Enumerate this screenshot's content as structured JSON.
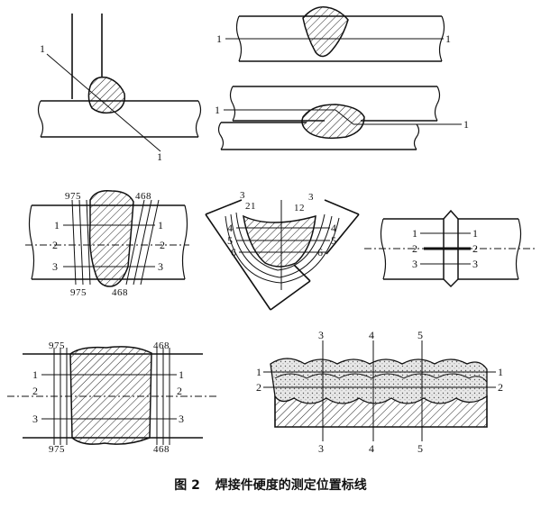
{
  "figure": {
    "caption_number": "图 2",
    "caption_text": "焊接件硬度的测定位置标线"
  },
  "panel_tjoint": {
    "line_label": "1"
  },
  "panel_butt_top": {
    "line_label": "1"
  },
  "panel_lap": {
    "line_label": "1"
  },
  "panel_multilayer_groove": {
    "top_numbers": "975",
    "top_numbers_right": "468",
    "bottom_numbers": "975",
    "bottom_numbers_right": "468",
    "rows": [
      "1",
      "2",
      "3"
    ]
  },
  "panel_fillet_angle": {
    "top_left_a": "3",
    "top_left_b": "21",
    "top_right_a": "12",
    "top_right_b": "3",
    "rows": [
      "4",
      "5",
      "6"
    ]
  },
  "panel_thin_butt": {
    "rows": [
      "1",
      "2",
      "3"
    ]
  },
  "panel_wide_weld": {
    "top_left": "975",
    "top_right": "468",
    "bottom_left": "975",
    "bottom_right": "468",
    "rows": [
      "1",
      "2",
      "3"
    ]
  },
  "panel_surfacing": {
    "col_labels": [
      "3",
      "4",
      "5"
    ],
    "rows": [
      "1",
      "2"
    ]
  }
}
